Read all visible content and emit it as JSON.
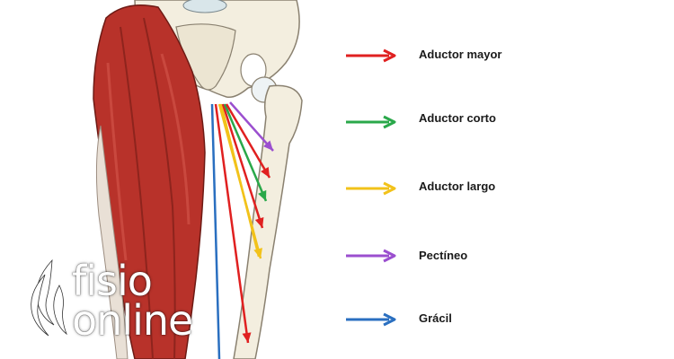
{
  "colors": {
    "aductor_mayor": "#e02020",
    "aductor_corto": "#2aa84a",
    "aductor_largo": "#f2c21a",
    "pectineo": "#9b4fcf",
    "gracil": "#2a6fc0",
    "muscle": "#b8322a",
    "bone": "#f3eedf"
  },
  "legend": [
    {
      "key": "aductor_mayor",
      "label": "Aductor mayor",
      "color": "#e02020"
    },
    {
      "key": "aductor_corto",
      "label": "Aductor corto",
      "color": "#2aa84a"
    },
    {
      "key": "aductor_largo",
      "label": "Aductor largo",
      "color": "#f2c21a"
    },
    {
      "key": "pectineo",
      "label": "Pectíneo",
      "color": "#9b4fcf"
    },
    {
      "key": "gracil",
      "label": "Grácil",
      "color": "#2a6fc0"
    }
  ],
  "brand": {
    "line1": "fisio",
    "line2": "online",
    "icon": "flame-logo-icon"
  }
}
